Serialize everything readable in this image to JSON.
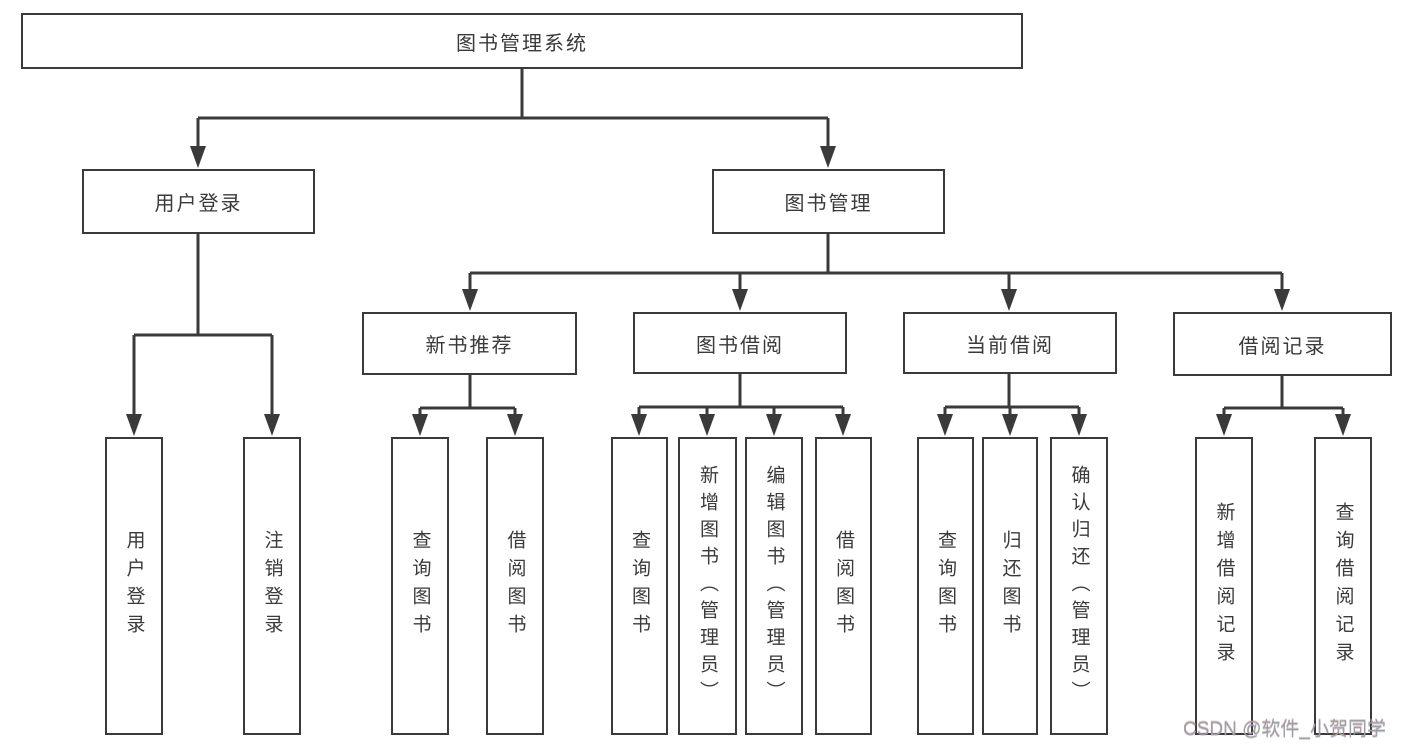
{
  "diagram_title": "图书管理系统",
  "colors": {
    "line": "#3a3a3a",
    "box_border": "#3a3a3a",
    "text": "#3a3a3a",
    "background": "#ffffff",
    "watermark": "#a0a0a0"
  },
  "watermark": {
    "text": "CSDN @软件_小贺同学"
  },
  "tree": {
    "root": {
      "label": "图书管理系统",
      "children": [
        {
          "label": "用户登录",
          "children": [
            {
              "label": "用户登录"
            },
            {
              "label": "注销登录"
            }
          ]
        },
        {
          "label": "图书管理",
          "children": [
            {
              "label": "新书推荐",
              "children": [
                {
                  "label": "查询图书"
                },
                {
                  "label": "借阅图书"
                }
              ]
            },
            {
              "label": "图书借阅",
              "children": [
                {
                  "label": "查询图书"
                },
                {
                  "label": "新增图书（管理员）"
                },
                {
                  "label": "编辑图书（管理员）"
                },
                {
                  "label": "借阅图书"
                }
              ]
            },
            {
              "label": "当前借阅",
              "children": [
                {
                  "label": "查询图书"
                },
                {
                  "label": "归还图书"
                },
                {
                  "label": "确认归还（管理员）"
                }
              ]
            },
            {
              "label": "借阅记录",
              "children": [
                {
                  "label": "新增借阅记录"
                },
                {
                  "label": "查询借阅记录"
                }
              ]
            }
          ]
        }
      ]
    }
  }
}
